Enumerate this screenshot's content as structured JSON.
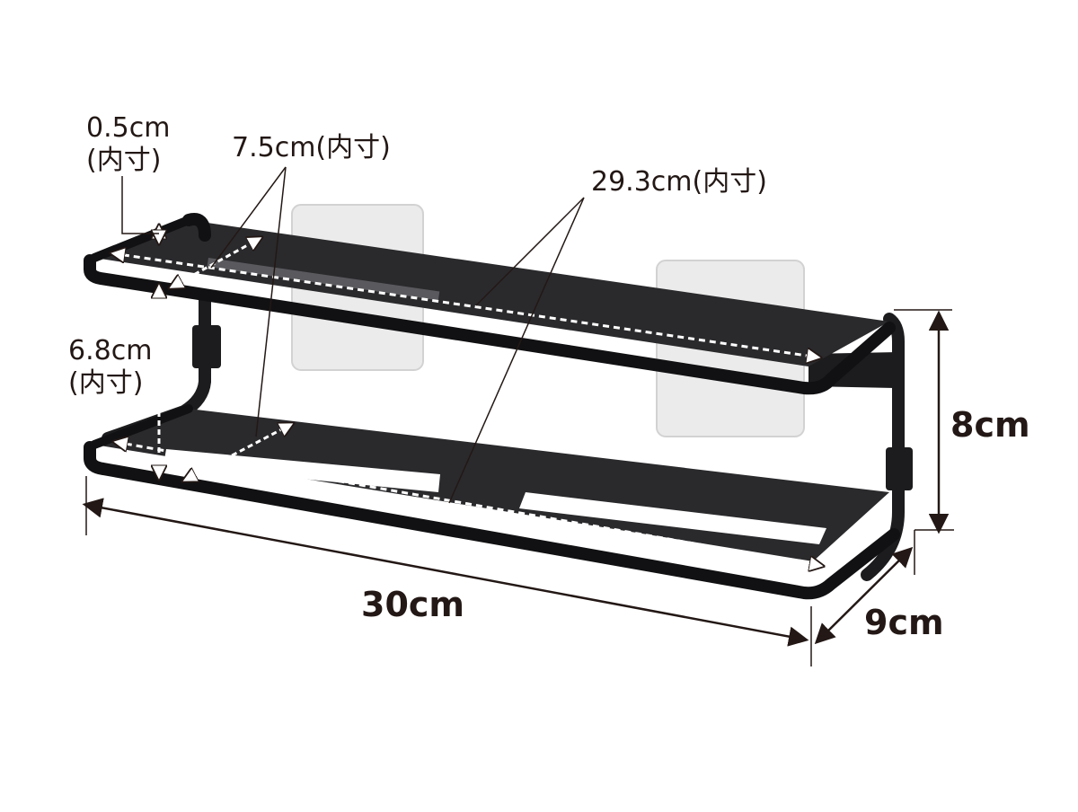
{
  "labels": {
    "lip_value": "0.5cm",
    "lip_note": "(内寸)",
    "depth_inner": "7.5cm(内寸)",
    "width_inner": "29.3cm(内寸)",
    "gap_value": "6.8cm",
    "gap_note": "(内寸)",
    "height_total": "8cm",
    "width_total": "30cm",
    "depth_total": "9cm"
  },
  "colors": {
    "frame": "#1c1c1e",
    "shelf": "#2a2a2d",
    "shelf_edge": "#111113",
    "pad": "#ebebeb",
    "pad_edge": "#d2d2d2",
    "dimension": "#231815",
    "inner_line": "#ffffff"
  }
}
